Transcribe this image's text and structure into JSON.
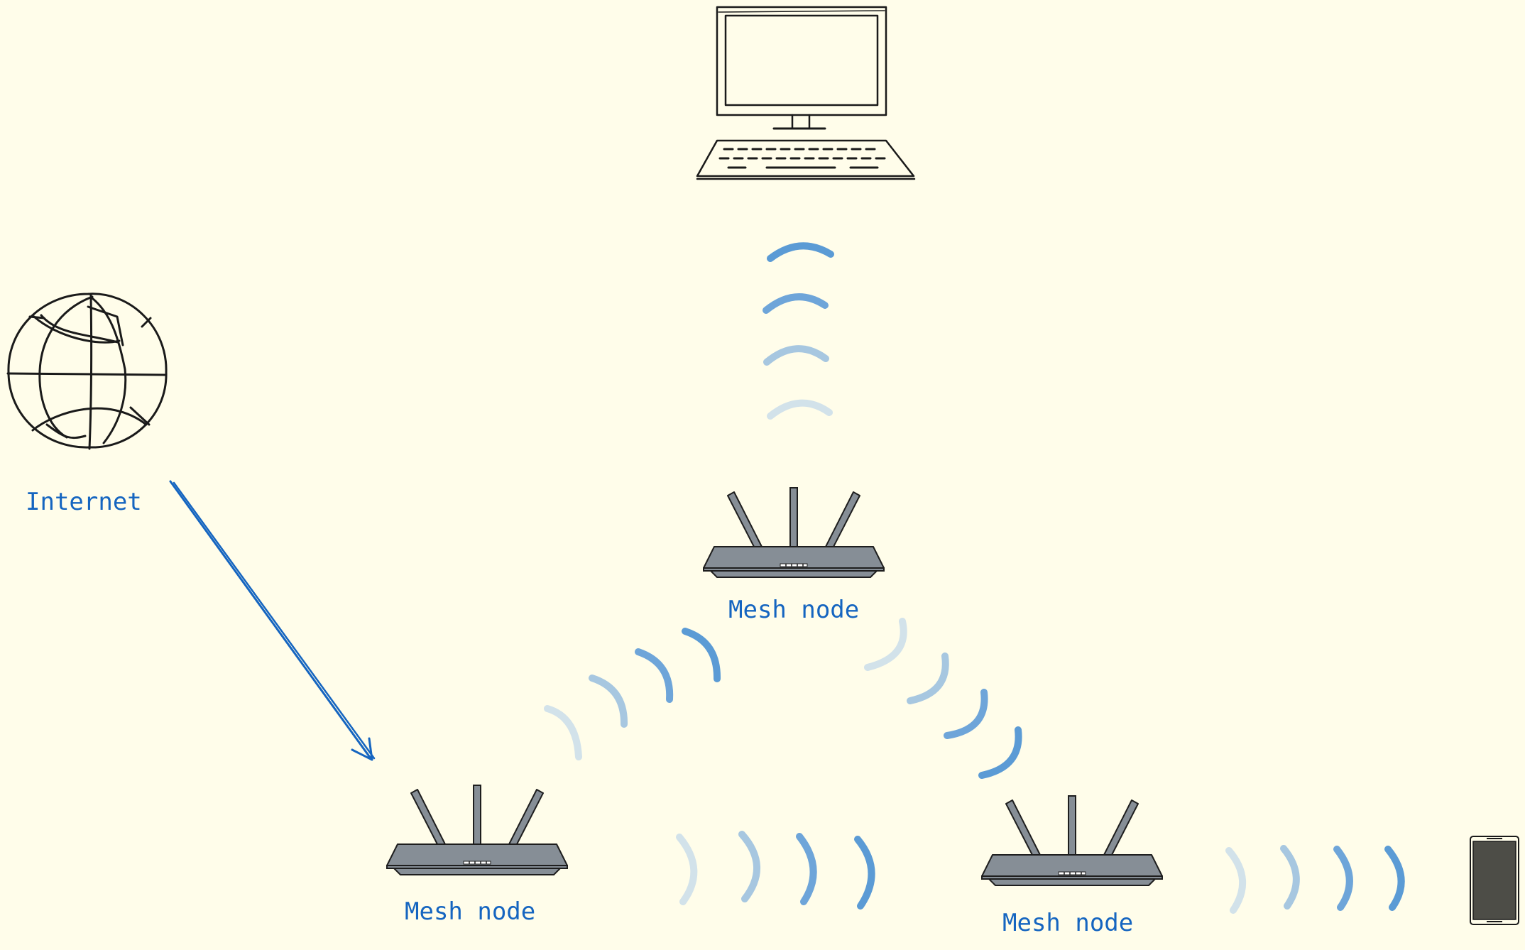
{
  "nodes": {
    "internet": {
      "label": "Internet",
      "icon": "globe-icon"
    },
    "mesh_top": {
      "label": "Mesh node",
      "icon": "router-icon"
    },
    "mesh_left": {
      "label": "Mesh node",
      "icon": "router-icon"
    },
    "mesh_right": {
      "label": "Mesh node",
      "icon": "router-icon"
    },
    "computer": {
      "icon": "desktop-computer-icon"
    },
    "phone": {
      "icon": "smartphone-icon"
    }
  },
  "colors": {
    "background": "#fffdea",
    "accent": "#1565c0",
    "signal": "#5b9bd5",
    "router_body": "#868e96",
    "outline": "#1a1a1a"
  }
}
